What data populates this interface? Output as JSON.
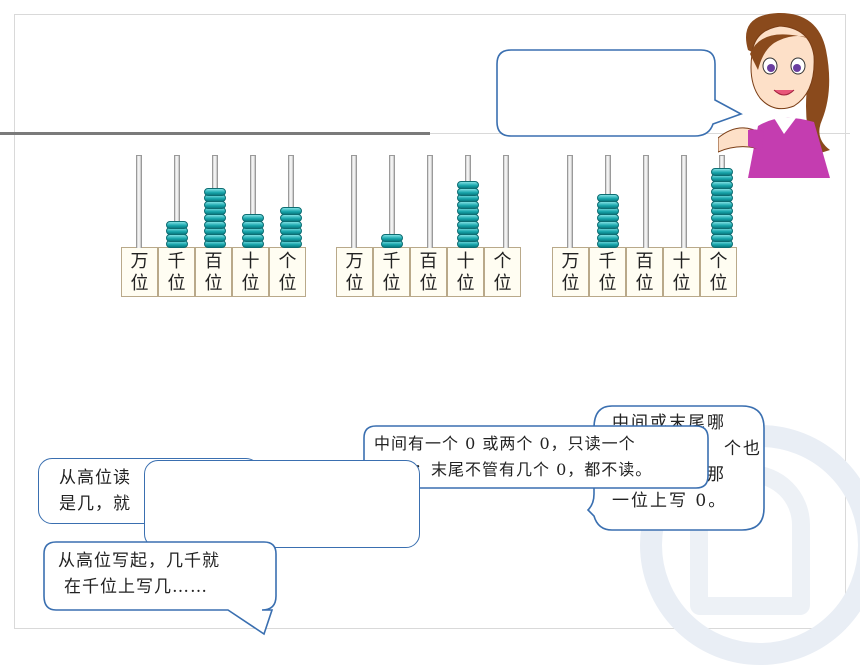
{
  "place_labels": [
    "万位",
    "千位",
    "百位",
    "十位",
    "个位"
  ],
  "abaci": [
    {
      "beads": [
        0,
        4,
        9,
        5,
        6
      ]
    },
    {
      "beads": [
        0,
        2,
        0,
        10,
        0
      ]
    },
    {
      "beads": [
        0,
        8,
        0,
        0,
        12
      ]
    }
  ],
  "bubbles": {
    "read_rule_a": "从高位读",
    "read_rule_b": "是几，就",
    "write_rule_a": "从高位写起，几千就",
    "write_rule_b": "在千位上写几……",
    "zero_read_a": "中间有一个 0 或两个 0，只读一个",
    "zero_read_b": "；末尾不管有几个 0，都不读。",
    "zero_write_a": "中间或末尾哪",
    "zero_write_b": "个也",
    "zero_write_c": "没有，就在那",
    "zero_write_d": "一位上写 0。"
  },
  "colors": {
    "bead": "#17a5ab",
    "bubble_border": "#3a6fb0",
    "base": "#fffdf2"
  }
}
